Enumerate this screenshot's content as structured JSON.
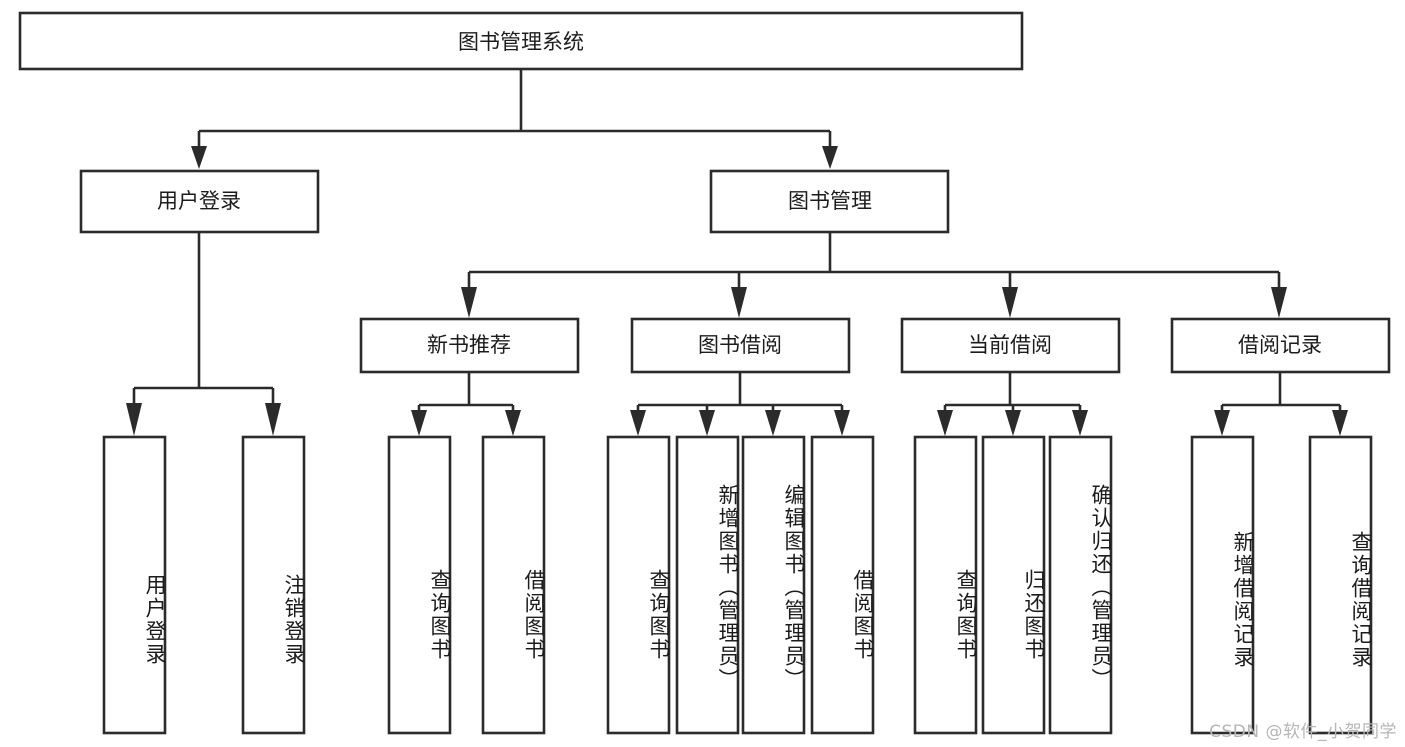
{
  "diagram": {
    "type": "tree",
    "title": "图书管理系统",
    "watermark": "CSDN @软件_小贺同学",
    "colors": {
      "stroke": "#2b2b2b",
      "box_fill": "#ffffff",
      "text": "#1c1c1c",
      "background": "#ffffff",
      "watermark": "#b6b6b6"
    },
    "root": {
      "label": "图书管理系统"
    },
    "level2": [
      {
        "label": "用户登录"
      },
      {
        "label": "图书管理"
      }
    ],
    "level3": [
      {
        "label": "新书推荐"
      },
      {
        "label": "图书借阅"
      },
      {
        "label": "当前借阅"
      },
      {
        "label": "借阅记录"
      }
    ],
    "leaves": {
      "user_login": [
        {
          "label": "用户登录"
        },
        {
          "label": "注销登录"
        }
      ],
      "new_book_recommend": [
        {
          "label": "查询图书"
        },
        {
          "label": "借阅图书"
        }
      ],
      "book_borrow": [
        {
          "label": "查询图书"
        },
        {
          "label": "新增图书（管理员）"
        },
        {
          "label": "编辑图书（管理员）"
        },
        {
          "label": "借阅图书"
        }
      ],
      "current_borrow": [
        {
          "label": "查询图书"
        },
        {
          "label": "归还图书"
        },
        {
          "label": "确认归还（管理员）"
        }
      ],
      "borrow_record": [
        {
          "label": "新增借阅记录"
        },
        {
          "label": "查询借阅记录"
        }
      ]
    }
  }
}
